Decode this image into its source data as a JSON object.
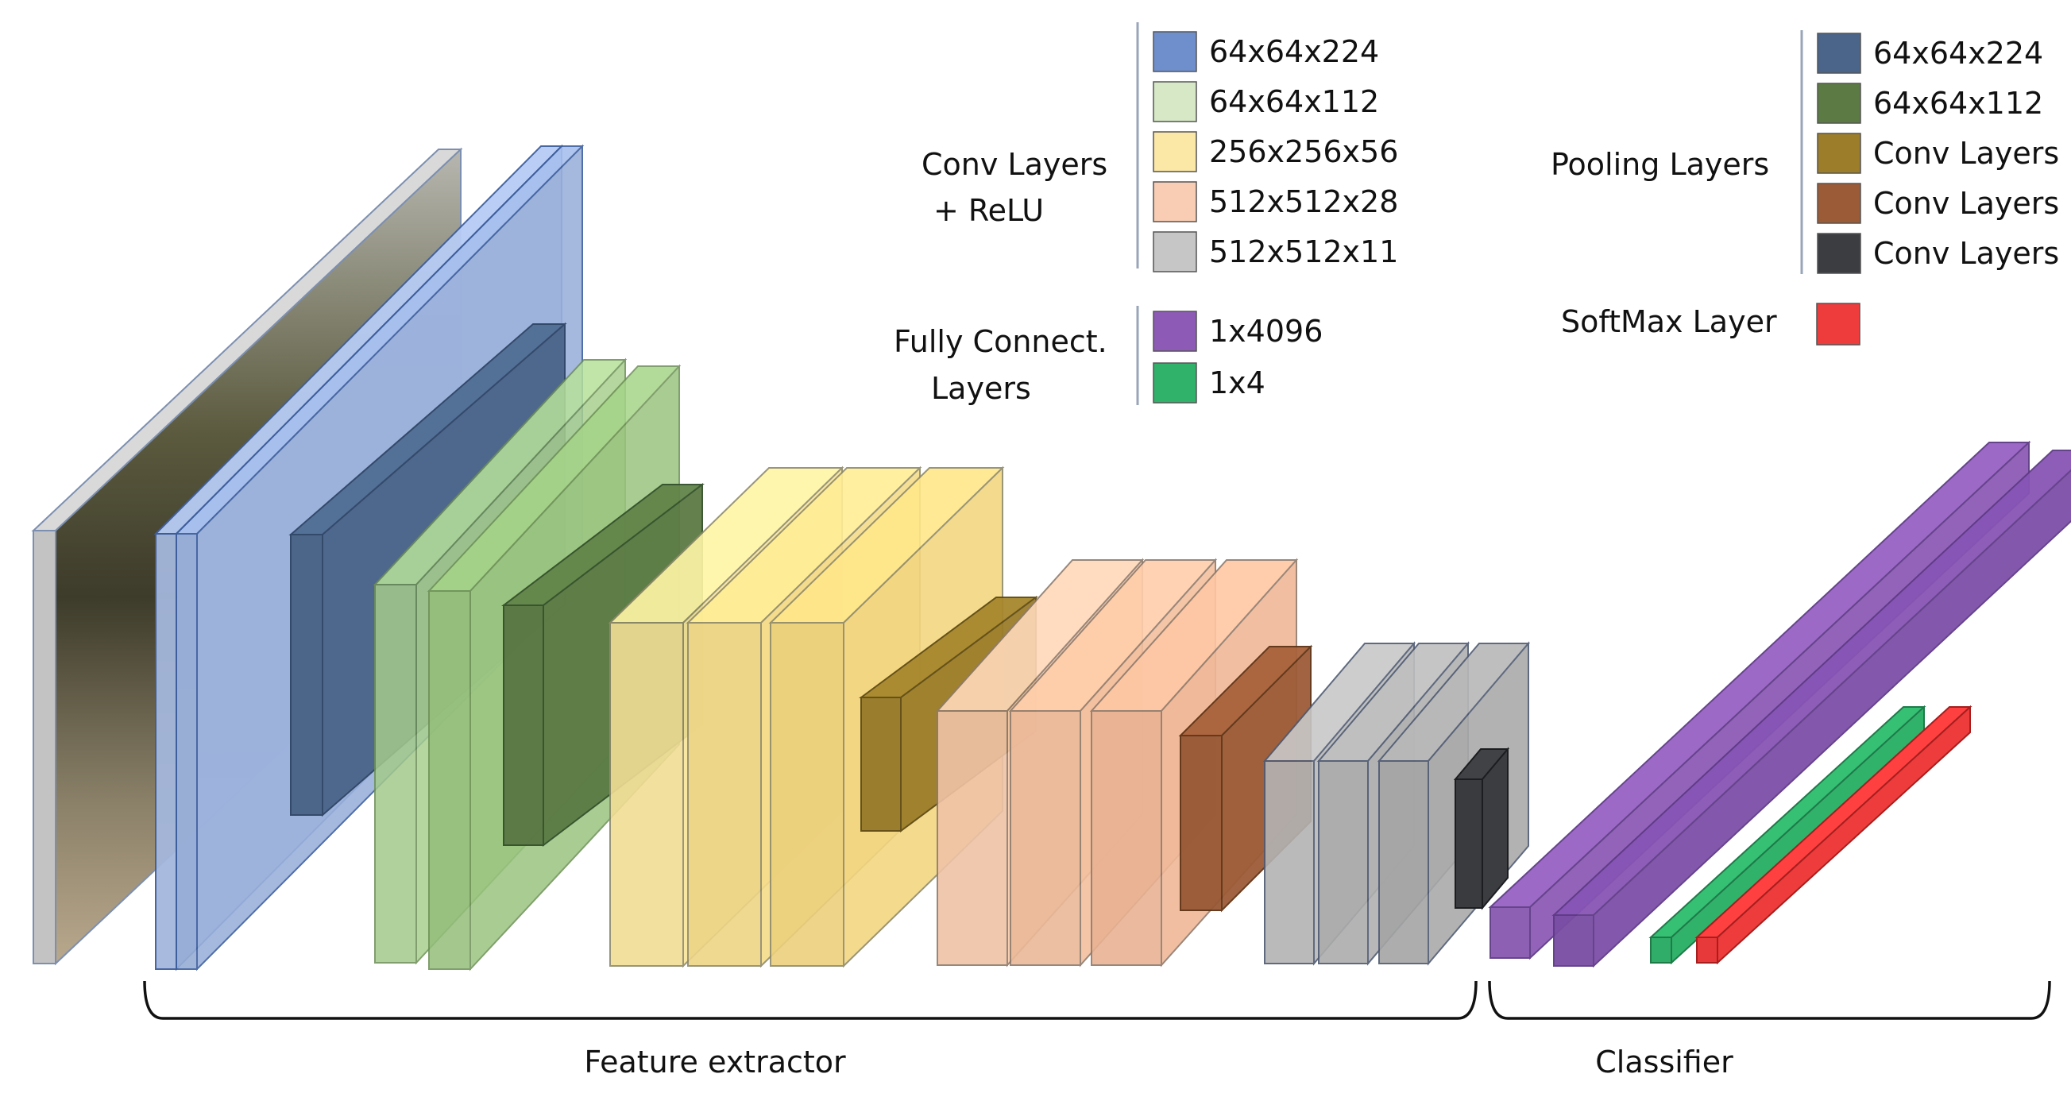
{
  "legend_conv": {
    "label_line1": "Conv Layers",
    "label_line2": "+ ReLU",
    "items": [
      {
        "label": "64x64x224",
        "color": "#6f8fcc"
      },
      {
        "label": "64x64x112",
        "color": "#d6e8c6"
      },
      {
        "label": "256x256x56",
        "color": "#fbe7a6"
      },
      {
        "label": "512x512x28",
        "color": "#f8cdb3"
      },
      {
        "label": "512x512x11",
        "color": "#c6c6c6"
      }
    ]
  },
  "legend_fc": {
    "label_line1": "Fully Connect.",
    "label_line2": "Layers",
    "items": [
      {
        "label": "1x4096",
        "color": "#8d5bb6"
      },
      {
        "label": "1x4",
        "color": "#31b26b"
      }
    ]
  },
  "legend_pool": {
    "label": "Pooling Layers",
    "items": [
      {
        "label": "64x64x224",
        "color": "#4a6589"
      },
      {
        "label": "64x64x112",
        "color": "#5b7a44"
      },
      {
        "label": "Conv Layers",
        "color": "#9b7d2a"
      },
      {
        "label": "Conv Layers",
        "color": "#9c5b37"
      },
      {
        "label": "Conv Layers",
        "color": "#3b3d41"
      }
    ]
  },
  "legend_softmax": {
    "label": "SoftMax Layer",
    "color": "#ee3b3b"
  },
  "sections": {
    "feature_extractor": "Feature extractor",
    "classifier": "Classifier"
  }
}
